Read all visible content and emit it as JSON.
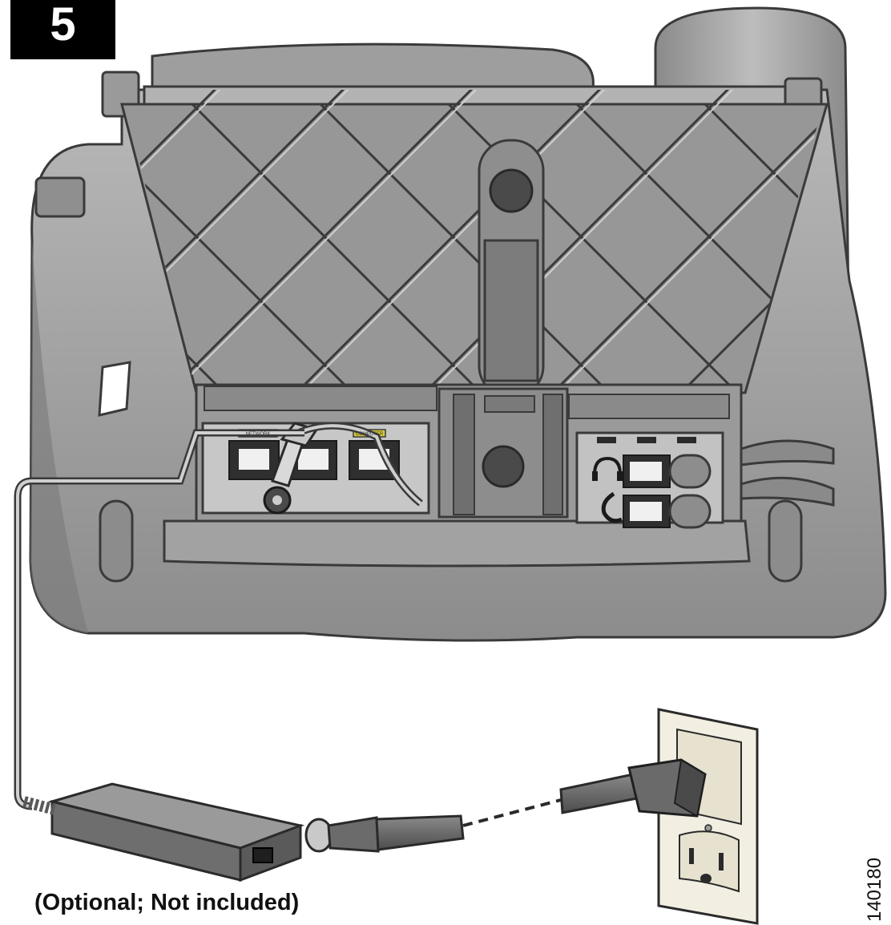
{
  "step": {
    "number": "5"
  },
  "caption": "(Optional; Not included)",
  "figure_id": "140180",
  "port_labels": {
    "network_port": "NETWORK",
    "computer_port": "COMPUTER"
  },
  "icons": {
    "headset_port": "headset-icon",
    "handset_port": "handset-icon"
  },
  "colors": {
    "phone_body": "#a9a9a9",
    "phone_shadow": "#7e7e7e",
    "outline": "#333333",
    "wall_plate": "#f2efe2",
    "label_highlight": "#d7c93a",
    "adapter": "#6b6b6b"
  }
}
